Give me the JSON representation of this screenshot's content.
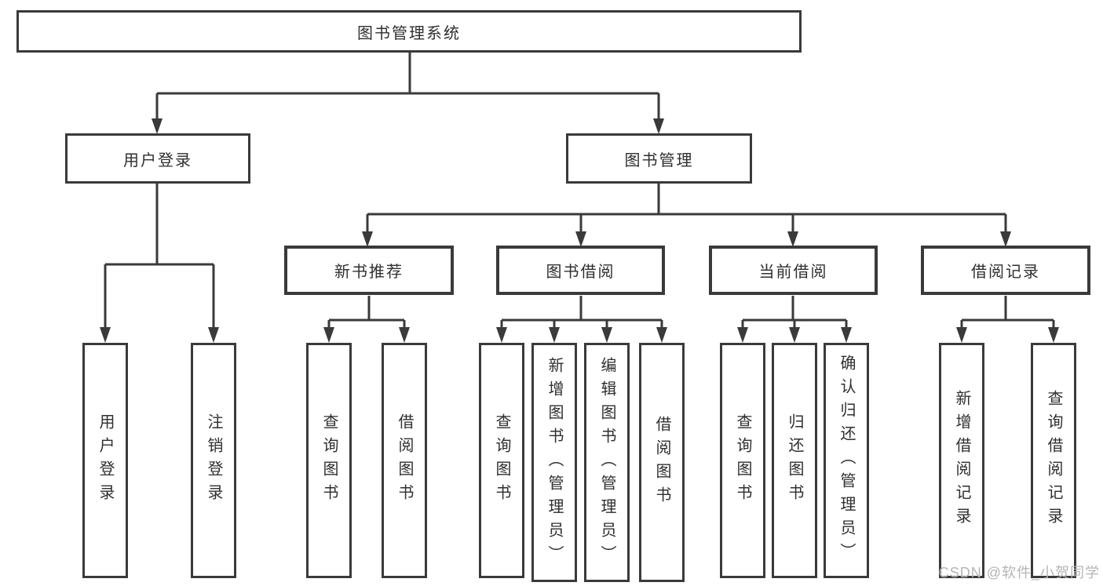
{
  "diagram_type": "hierarchy-tree",
  "tree": {
    "label": "图书管理系统",
    "children": [
      {
        "label": "用户登录",
        "children": [
          {
            "label": "用户登录"
          },
          {
            "label": "注销登录"
          }
        ]
      },
      {
        "label": "图书管理",
        "children": [
          {
            "label": "新书推荐",
            "children": [
              {
                "label": "查询图书"
              },
              {
                "label": "借阅图书"
              }
            ]
          },
          {
            "label": "图书借阅",
            "children": [
              {
                "label": "查询图书"
              },
              {
                "label": "新增图书（管理员）"
              },
              {
                "label": "编辑图书（管理员）"
              },
              {
                "label": "借阅图书"
              }
            ]
          },
          {
            "label": "当前借阅",
            "children": [
              {
                "label": "查询图书"
              },
              {
                "label": "归还图书"
              },
              {
                "label": "确认归还（管理员）"
              }
            ]
          },
          {
            "label": "借阅记录",
            "children": [
              {
                "label": "新增借阅记录"
              },
              {
                "label": "查询借阅记录"
              }
            ]
          }
        ]
      }
    ]
  },
  "watermark": "CSDN @软件_小贺同学",
  "colors": {
    "line": "#3a3a3a",
    "text": "#2f2f2f",
    "watermark": "#b5b5b5",
    "background": "#ffffff"
  }
}
